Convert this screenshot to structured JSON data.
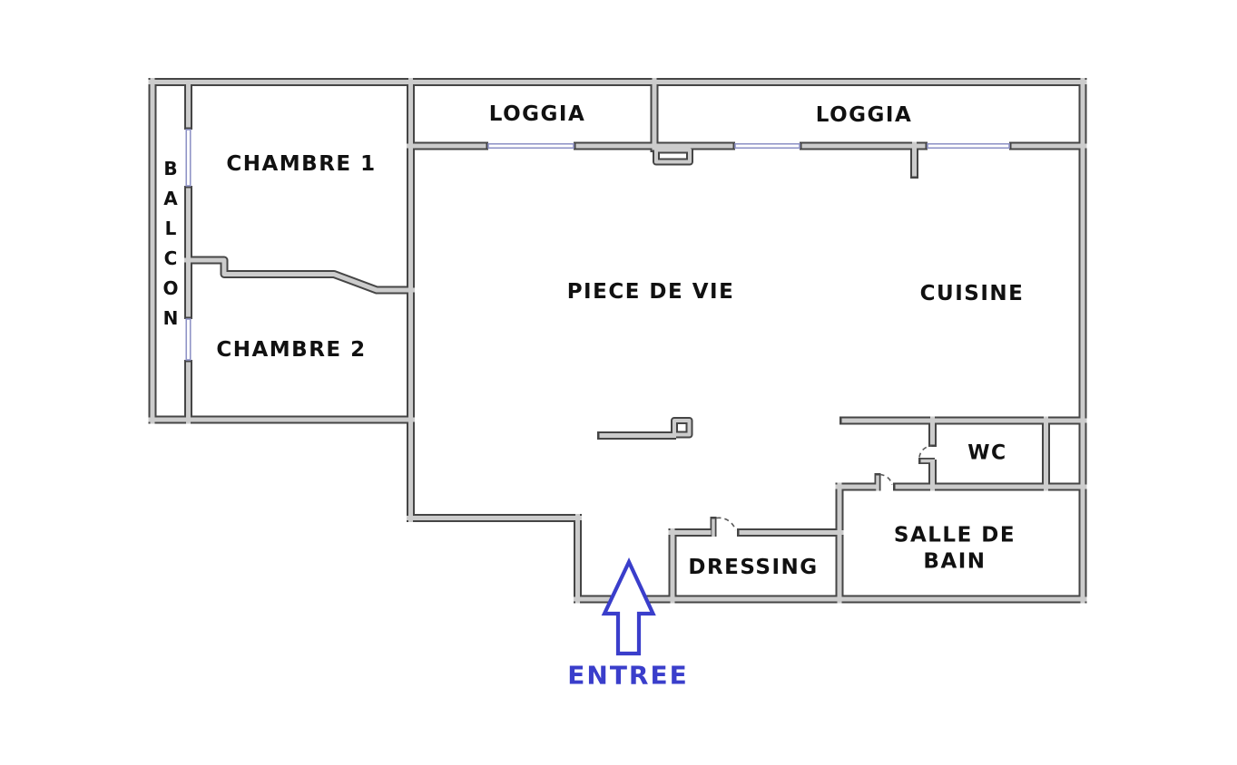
{
  "rooms": [
    {
      "id": "balcon",
      "label": "BALCON"
    },
    {
      "id": "chambre-1",
      "label": "CHAMBRE 1"
    },
    {
      "id": "chambre-2",
      "label": "CHAMBRE 2"
    },
    {
      "id": "loggia-left",
      "label": "LOGGIA"
    },
    {
      "id": "loggia-right",
      "label": "LOGGIA"
    },
    {
      "id": "piece-de-vie",
      "label": "PIECE DE VIE"
    },
    {
      "id": "cuisine",
      "label": "CUISINE"
    },
    {
      "id": "wc",
      "label": "WC"
    },
    {
      "id": "salle-de-bain",
      "label": "SALLE DE BAIN"
    },
    {
      "id": "dressing",
      "label": "DRESSING"
    }
  ],
  "entry": {
    "label": "ENTREE"
  },
  "colors": {
    "background": "#ffffff",
    "wall_fill": "#cccccc",
    "wall_outline": "#454545",
    "window": "#8f93c6",
    "entry_blue": "#3a3ecb",
    "label_text": "#111111"
  }
}
